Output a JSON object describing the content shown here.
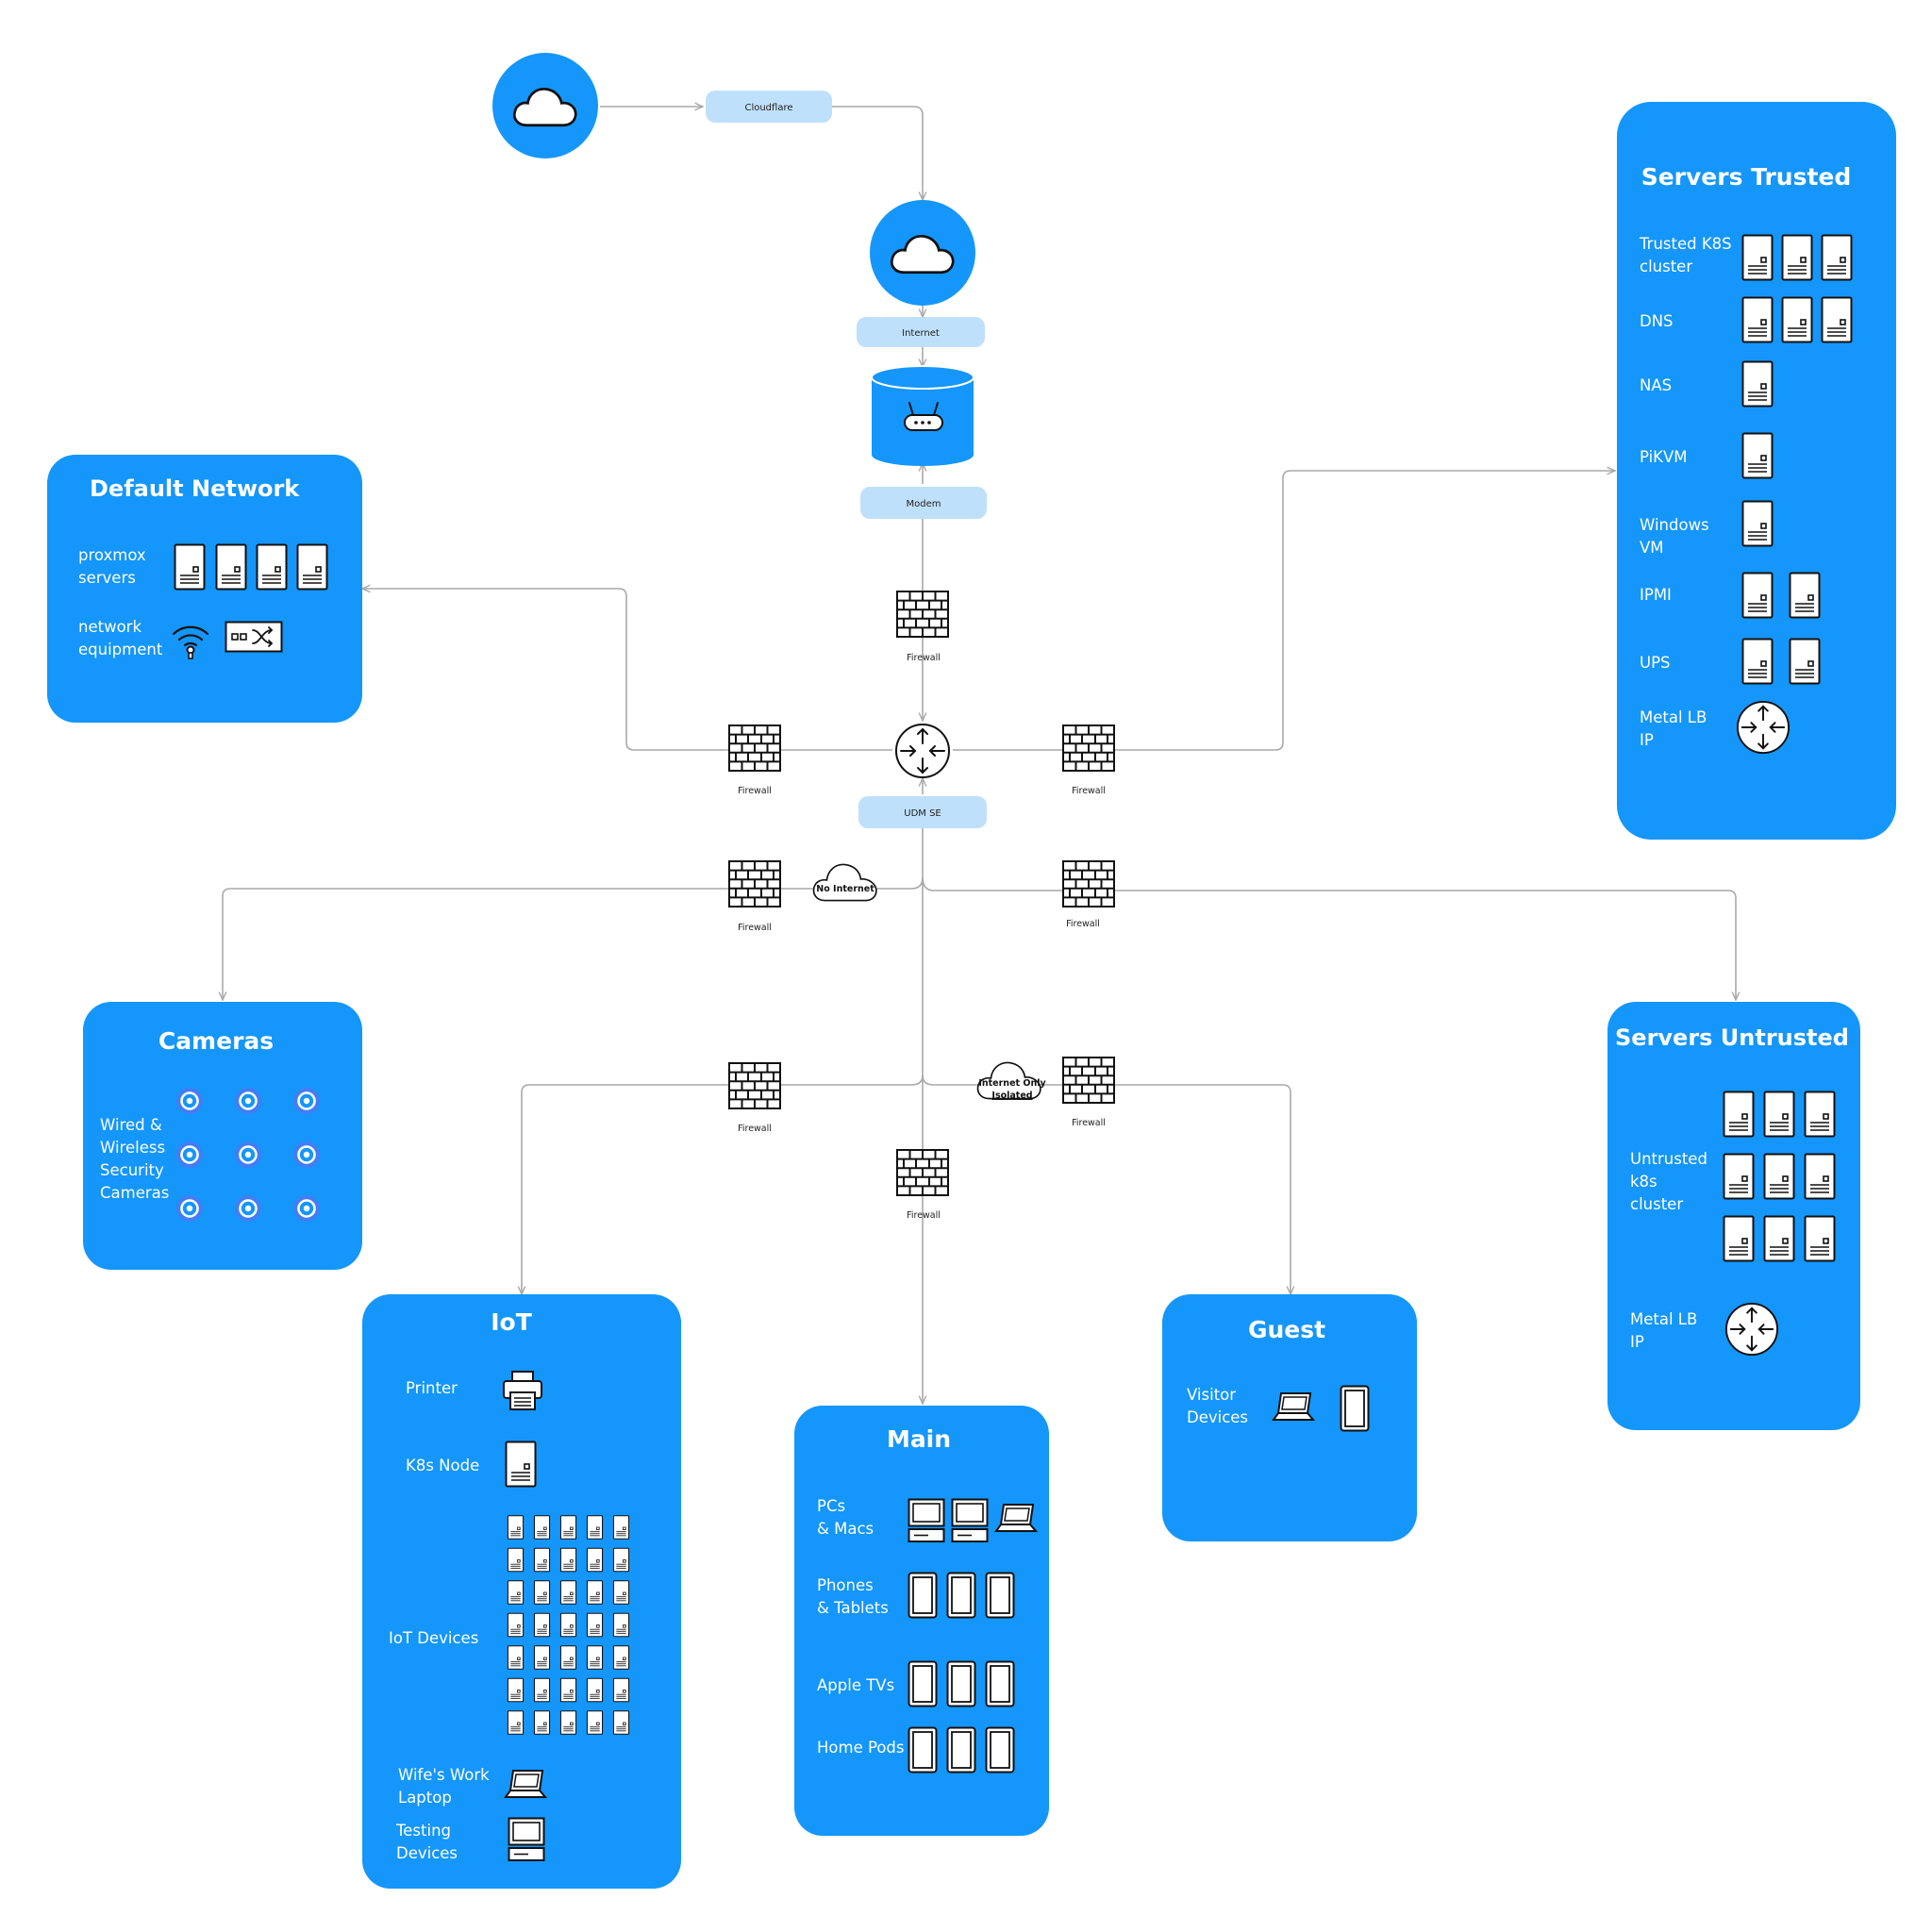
{
  "colors": {
    "zone": "#1596fa",
    "pill": "#bfe0fb",
    "connector": "#a9a9a9",
    "icon_stroke": "#111111",
    "icon_fill": "#ffffff",
    "camera": "#6a6af0"
  },
  "icons": {
    "cloud": "cloud-icon",
    "router": "router-icon",
    "firewall": "firewall-icon",
    "udm": "udm-router-icon",
    "server": "server-icon",
    "wifi": "wifi-icon",
    "switch": "network-switch-icon",
    "camera": "camera-icon",
    "printer": "printer-icon",
    "laptop": "laptop-icon",
    "desktop": "desktop-icon",
    "tablet": "tablet-icon"
  },
  "pills": {
    "cloudflare": "Cloudflare",
    "internet": "Internet",
    "modem": "Modem",
    "udm": "UDM SE"
  },
  "firewall_label": "Firewall",
  "clouds": {
    "no_internet": "No Internet",
    "internet_only_1": "Internet Only",
    "internet_only_2": "Isolated"
  },
  "zones": {
    "servers_trusted": {
      "title": "Servers Trusted",
      "rows": {
        "k8s_1": "Trusted K8S",
        "k8s_2": "cluster",
        "dns": "DNS",
        "nas": "NAS",
        "pikvm": "PiKVM",
        "windows_1": "Windows",
        "windows_2": "VM",
        "ipmi": "IPMI",
        "ups": "UPS",
        "metallb_1": "Metal LB",
        "metallb_2": "IP"
      }
    },
    "default_network": {
      "title": "Default Network",
      "rows": {
        "proxmox_1": "proxmox",
        "proxmox_2": "servers",
        "network_1": "network",
        "network_2": "equipment"
      }
    },
    "cameras": {
      "title": "Cameras",
      "rows": {
        "line_1": "Wired &",
        "line_2": "Wireless",
        "line_3": "Security",
        "line_4": "Cameras"
      },
      "count": 9
    },
    "servers_untrusted": {
      "title": "Servers Untrusted",
      "rows": {
        "k8s_1": "Untrusted",
        "k8s_2": "k8s",
        "k8s_3": "cluster",
        "metallb_1": "Metal LB",
        "metallb_2": "IP"
      }
    },
    "iot": {
      "title": "IoT",
      "rows": {
        "printer": "Printer",
        "k8s_node": "K8s Node",
        "iot_devices": "IoT Devices",
        "wife_1": "Wife's Work",
        "wife_2": "Laptop",
        "testing_1": "Testing",
        "testing_2": "Devices"
      },
      "iot_grid_count": 35
    },
    "main": {
      "title": "Main",
      "rows": {
        "pcs_1": "PCs",
        "pcs_2": "& Macs",
        "phones_1": "Phones",
        "phones_2": "& Tablets",
        "appletv": "Apple TVs",
        "homepods": "Home Pods"
      }
    },
    "guest": {
      "title": "Guest",
      "rows": {
        "visitor_1": "Visitor",
        "visitor_2": "Devices"
      }
    }
  }
}
